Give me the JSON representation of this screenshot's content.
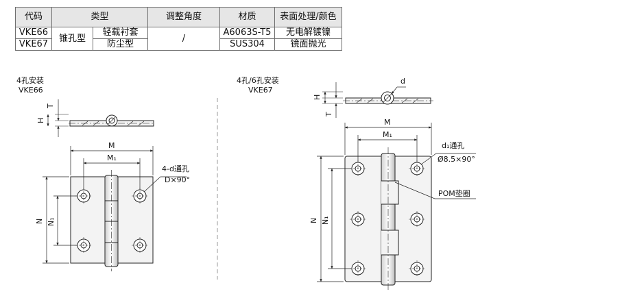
{
  "table": {
    "headers": [
      "代码",
      "类型",
      "调整角度",
      "材质",
      "表面处理/颜色"
    ],
    "rows": [
      {
        "code": "VKE66",
        "material": "A6063S-T5",
        "finish": "无电解镀镍"
      },
      {
        "code": "VKE67",
        "material": "SUS304",
        "finish": "镜面抛光"
      }
    ],
    "type_main": "锥孔型",
    "type_sub_1": "轻载衬套",
    "type_sub_2": "防尘型",
    "angle": "/"
  },
  "left_view": {
    "caption_line1": "4孔安装",
    "caption_line2": "VKE66",
    "dim_T": "T",
    "dim_H": "H",
    "dim_M": "M",
    "dim_M1": "M₁",
    "dim_N": "N",
    "dim_N1": "N₁",
    "hole_label_line1": "4-d通孔",
    "hole_label_line2": "D×90°"
  },
  "right_view": {
    "caption_line1": "4孔/6孔安装",
    "caption_line2": "VKE67",
    "dim_d": "d",
    "dim_H": "H",
    "dim_T": "T",
    "dim_M": "M",
    "dim_M1": "M₁",
    "dim_N": "N",
    "dim_N1": "N₁",
    "hole_label_line1": "d₁通孔",
    "hole_label_line2": "Ø8.5×90°",
    "washer_label": "POM垫圈"
  },
  "colors": {
    "plate_fill": "#f3f3f3",
    "line": "#222222",
    "table_header": "#e6e6e6"
  }
}
